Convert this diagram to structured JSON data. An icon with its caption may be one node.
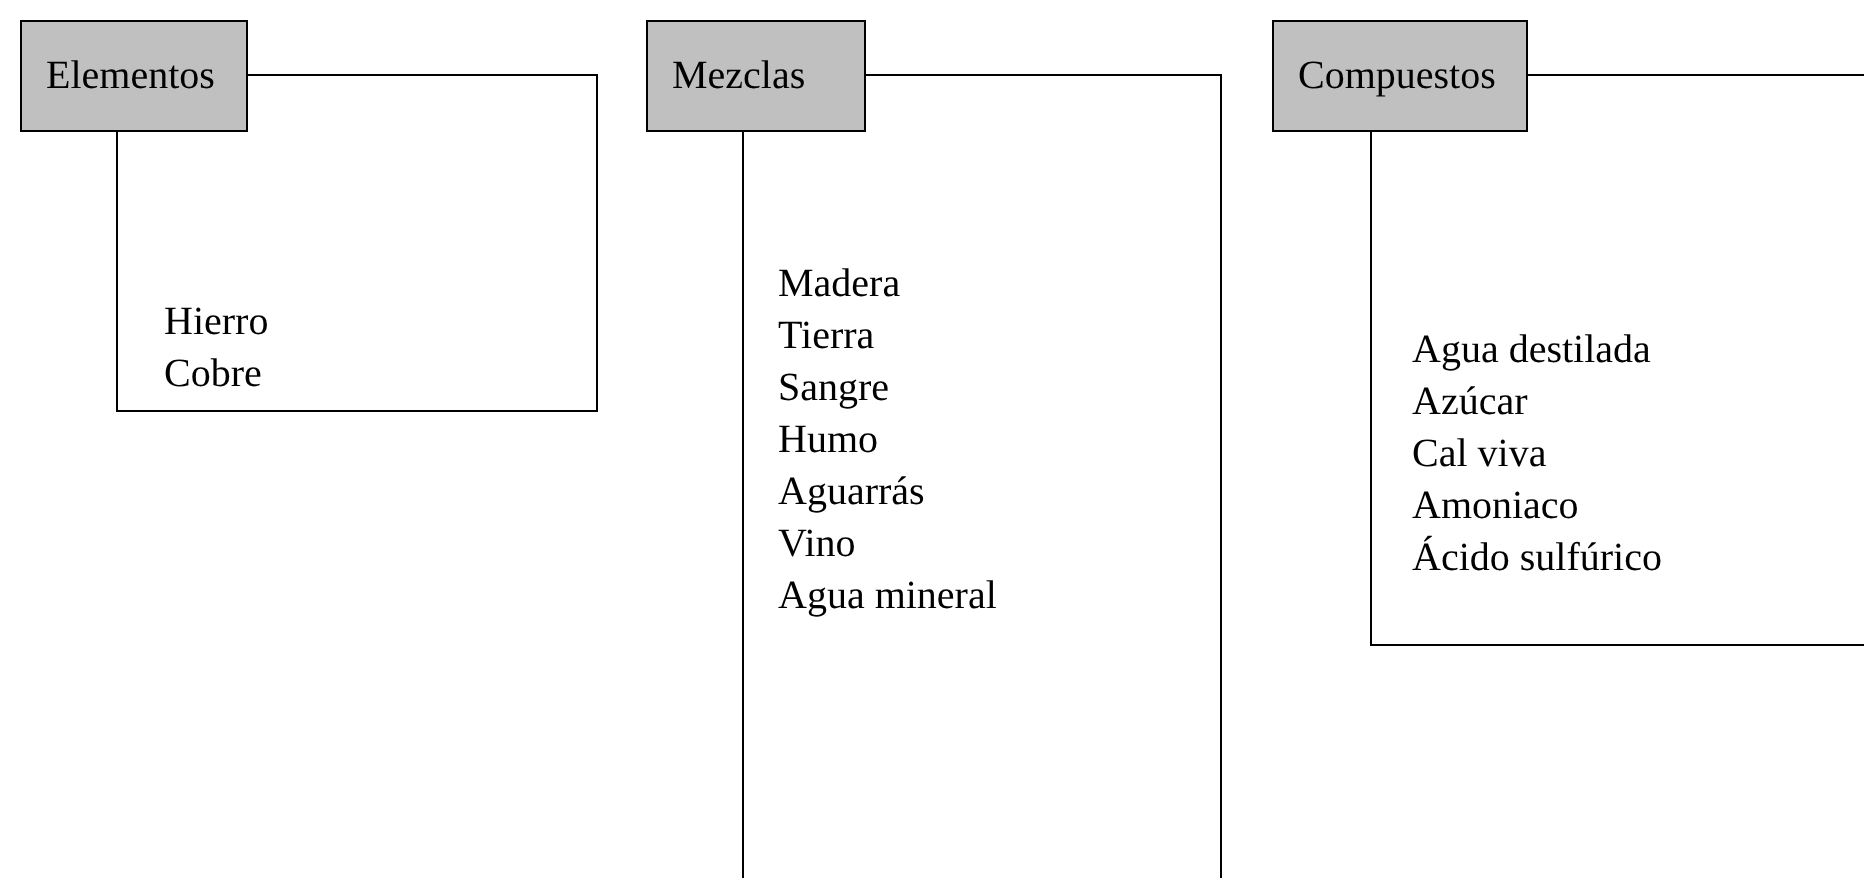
{
  "diagram": {
    "nodes": [
      {
        "text": [
          "Elementos"
        ]
      },
      {
        "text": [
          "Hierro",
          "Cobre"
        ]
      },
      {
        "text": [
          "Mezclas"
        ]
      },
      {
        "text": [
          "Madera",
          "Tierra",
          "Sangre",
          "Humo",
          "Aguarrás",
          "Vino",
          "Agua mineral"
        ]
      },
      {
        "text": [
          "Compuestos"
        ]
      },
      {
        "text": [
          "Agua destilada",
          "Azúcar",
          "Cal viva",
          "Amoniaco",
          "Ácido sulfúrico"
        ]
      }
    ]
  }
}
